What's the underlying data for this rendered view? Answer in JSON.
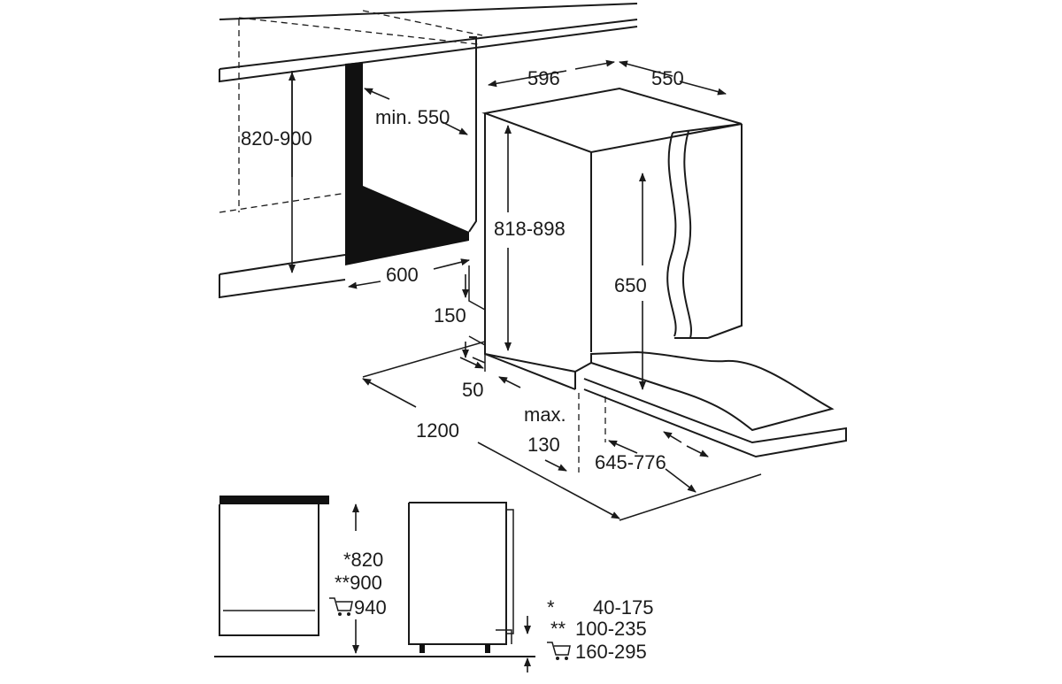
{
  "labels": {
    "h_niche": "820-900",
    "min_depth": "min. 550",
    "w_top": "596",
    "d_top": "550",
    "h_appliance": "818-898",
    "w_niche": "600",
    "door_h": "650",
    "plinth_h": "150",
    "plinth_d": "50",
    "total_w": "1200",
    "max_label": "max.",
    "max_val": "130",
    "door_range": "645-776",
    "side_820": "*820",
    "side_900": "**900",
    "side_940": "940"
  },
  "legend": {
    "row1": {
      "mark": "*",
      "value": "40-175"
    },
    "row2": {
      "mark": "**",
      "value": "100-235"
    },
    "row3": {
      "value": "160-295"
    }
  },
  "icons": [
    "cart-icon"
  ]
}
